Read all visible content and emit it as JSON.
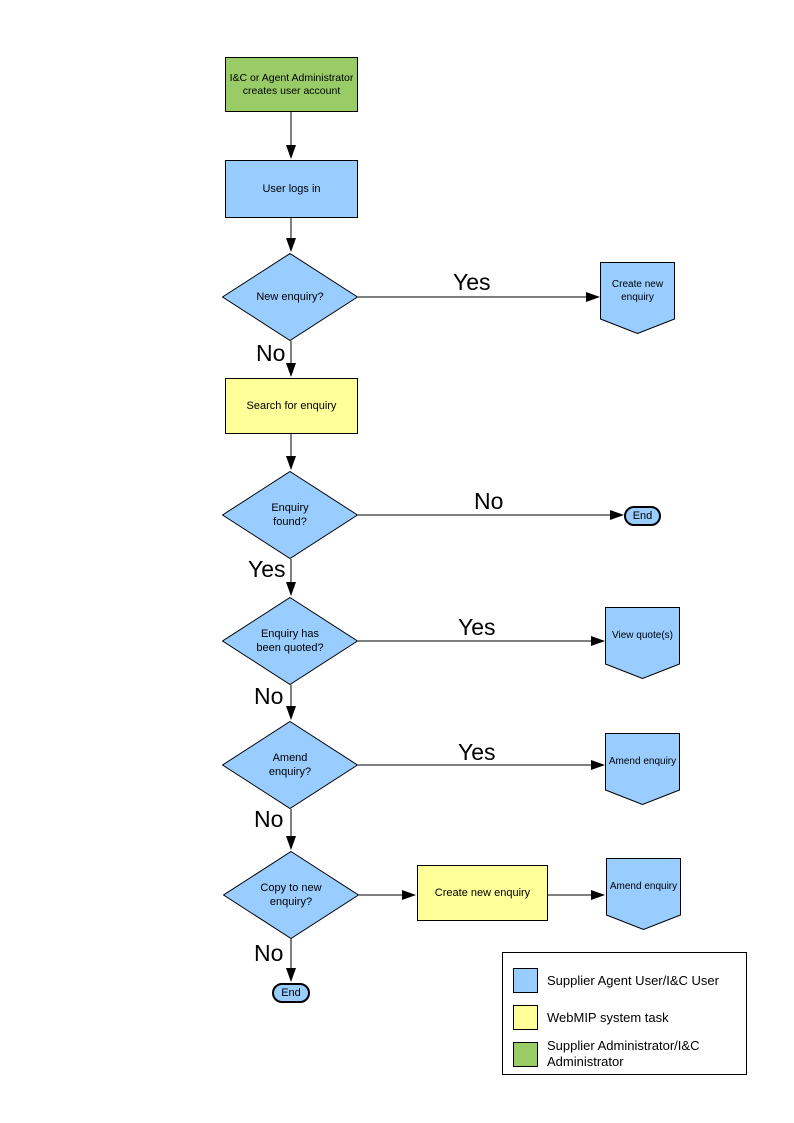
{
  "colors": {
    "user_task": "#99CCFF",
    "system_task": "#FFFF99",
    "admin_task": "#99CC66",
    "outline": "#000000"
  },
  "flowchart": {
    "nodes": {
      "create_account": "I&C or Agent Administrator creates user account",
      "user_logs_in": "User logs in",
      "new_enquiry_q": "New enquiry?",
      "create_new_enquiry_top": "Create new enquiry",
      "search_for_enquiry": "Search for enquiry",
      "enquiry_found_q": "Enquiry found?",
      "end_right": "End",
      "enquiry_quoted_q": "Enquiry has been quoted?",
      "view_quotes": "View quote(s)",
      "amend_enquiry_q": "Amend enquiry?",
      "amend_enquiry_1": "Amend enquiry",
      "copy_to_new_q": "Copy to new enquiry?",
      "create_new_enquiry_mid": "Create new enquiry",
      "amend_enquiry_2": "Amend enquiry",
      "end_bottom": "End"
    },
    "branch_labels": {
      "new_enquiry_yes": "Yes",
      "new_enquiry_no": "No",
      "enquiry_found_no": "No",
      "enquiry_found_yes": "Yes",
      "enquiry_quoted_yes": "Yes",
      "enquiry_quoted_no": "No",
      "amend_yes": "Yes",
      "amend_no": "No",
      "copy_no": "No"
    }
  },
  "legend": {
    "items": [
      {
        "color": "#99CCFF",
        "label": "Supplier Agent User/I&C User"
      },
      {
        "color": "#FFFF99",
        "label": "WebMIP system task"
      },
      {
        "color": "#99CC66",
        "label": "Supplier Administrator/I&C Administrator"
      }
    ]
  }
}
